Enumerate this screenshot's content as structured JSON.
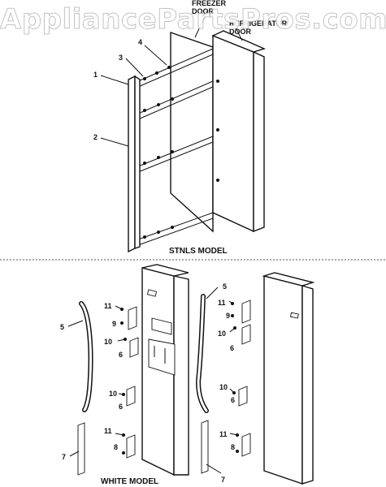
{
  "watermark": "AppliancePartsPros.com",
  "top_section": {
    "model_label": "STNLS MODEL",
    "door_labels": {
      "freezer_line1": "FREEZER",
      "freezer_line2": "DOOR",
      "fridge_line1": "REFRIGERATOR",
      "fridge_line2": "DOOR"
    },
    "callouts": [
      "1",
      "2",
      "3",
      "4"
    ]
  },
  "bottom_section": {
    "model_label": "WHITE MODEL",
    "callouts": {
      "handle_left": "5",
      "handle_right": "5",
      "screw_11a": "11",
      "screw_11b": "11",
      "screw_11c": "11",
      "screw_11d": "11",
      "part_9a": "9",
      "part_9b": "9",
      "screw_10a": "10",
      "screw_10b": "10",
      "screw_10c": "10",
      "screw_10d": "10",
      "part_6a": "6",
      "part_6b": "6",
      "part_6c": "6",
      "part_6d": "6",
      "trim_7a": "7",
      "trim_7b": "7",
      "part_8a": "8",
      "part_8b": "8"
    }
  }
}
